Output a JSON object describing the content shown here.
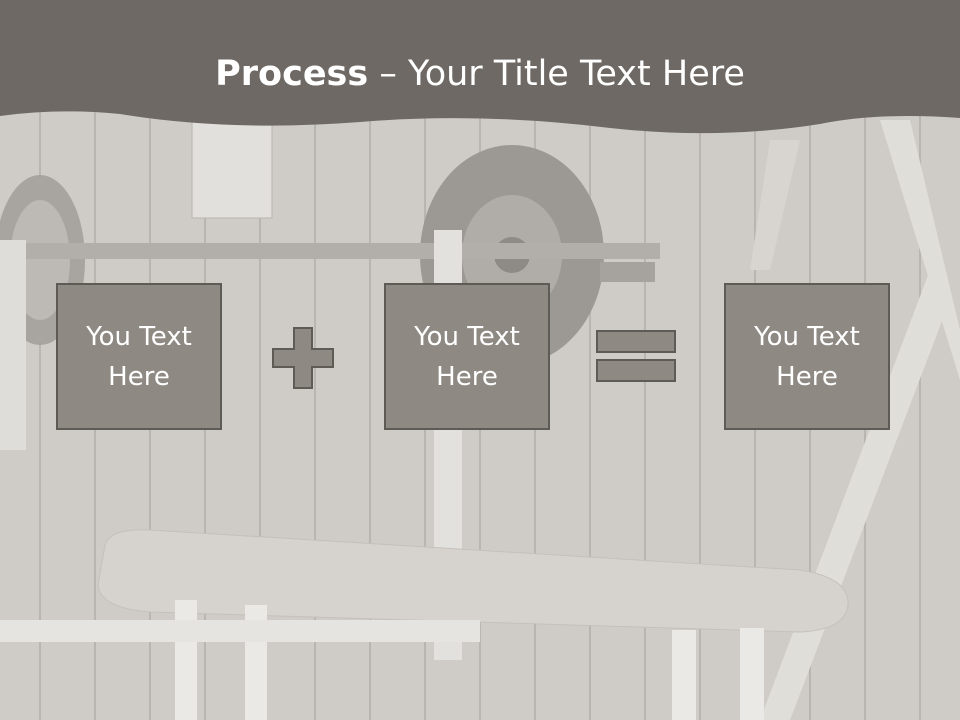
{
  "slide": {
    "title_bold": "Process",
    "title_sep": " – ",
    "title_rest": "Your Title Text Here",
    "boxes": [
      {
        "label": "You Text Here"
      },
      {
        "label": "You Text Here"
      },
      {
        "label": "You Text Here"
      }
    ],
    "operators": [
      "plus",
      "equals"
    ]
  },
  "colors": {
    "header": "#6e6964",
    "box_fill": "#8e8983",
    "box_border": "#5e5a56",
    "operator_fill": "#8e8983",
    "operator_border": "#5e5a56",
    "text": "#ffffff"
  }
}
